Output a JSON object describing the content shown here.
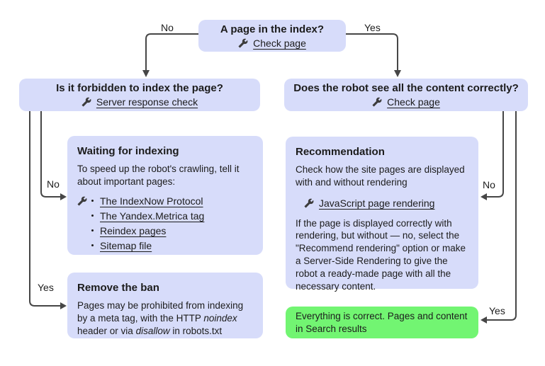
{
  "colors": {
    "node_fill": "#d7dcfa",
    "success_fill": "#72f572",
    "arrow": "#464646",
    "text": "#1c1c1c"
  },
  "diagram": {
    "edge_labels": {
      "top_no": "No",
      "top_yes": "Yes",
      "left_no": "No",
      "left_yes": "Yes",
      "right_no": "No",
      "right_yes": "Yes"
    },
    "root": {
      "title": "A page in the index?",
      "link": "Check page"
    },
    "forbidden_question": {
      "title": "Is it forbidden to index the page?",
      "link": "Server response check"
    },
    "content_question": {
      "title": "Does the robot see all the content correctly?",
      "link": "Check page"
    },
    "waiting": {
      "title": "Waiting for indexing",
      "body": "To speed up the robot's crawling, tell it about important pages:",
      "links": [
        "The IndexNow Protocol",
        "The Yandex.Metrica tag",
        "Reindex pages",
        "Sitemap file"
      ]
    },
    "remove_ban": {
      "title": "Remove the ban",
      "body": [
        "Pages may be prohibited from indexing by a meta tag, with the HTTP ",
        "noindex",
        " header or via ",
        "disallow",
        " in robots.txt"
      ]
    },
    "recommendation": {
      "title": "Recommendation",
      "body1": "Check how the site pages are displayed with and without rendering",
      "link": "JavaScript page rendering",
      "body2": "If the page is displayed correctly with rendering, but without — no, select the \"Recommend rendering\" option or make a Server-Side Rendering to give the robot a ready-made page with all the necessary content."
    },
    "success": {
      "text": "Everything is correct. Pages and content in Search results"
    }
  }
}
